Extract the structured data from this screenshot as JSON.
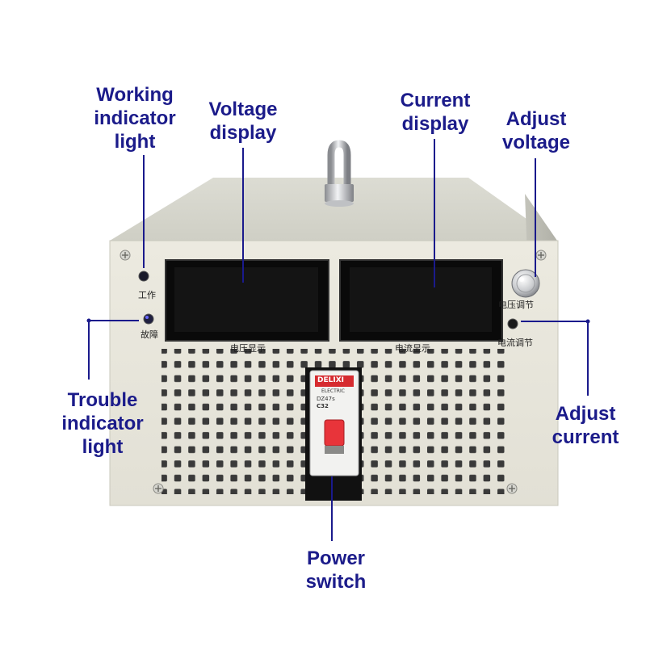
{
  "callouts": {
    "working_indicator": [
      "Working",
      "indicator",
      "light"
    ],
    "voltage_display": [
      "Voltage",
      "display"
    ],
    "current_display": [
      "Current",
      "display"
    ],
    "adjust_voltage": [
      "Adjust",
      "voltage"
    ],
    "trouble_indicator": [
      "Trouble",
      "indicator",
      "light"
    ],
    "adjust_current": [
      "Adjust",
      "current"
    ],
    "power_switch": [
      "Power",
      "switch"
    ]
  },
  "panel_labels": {
    "work": "工作",
    "fault": "故障",
    "voltage_display": "电压显示",
    "current_display": "电流显示",
    "voltage_adjust": "电压调节",
    "current_adjust": "电流调节"
  },
  "breaker": {
    "brand": "DELIXI",
    "sub": "ELECTRIC",
    "model": "DZ47s",
    "rating": "C32"
  },
  "colors": {
    "callout_text": "#1b1b8a",
    "leader_line": "#1a1a8c",
    "housing": "#e7e5da",
    "display_glass": "#0a0a0a",
    "breaker_lever": "#e8343a"
  },
  "icons": [
    "handle-icon",
    "knob-icon",
    "led-icon",
    "screw-icon"
  ]
}
